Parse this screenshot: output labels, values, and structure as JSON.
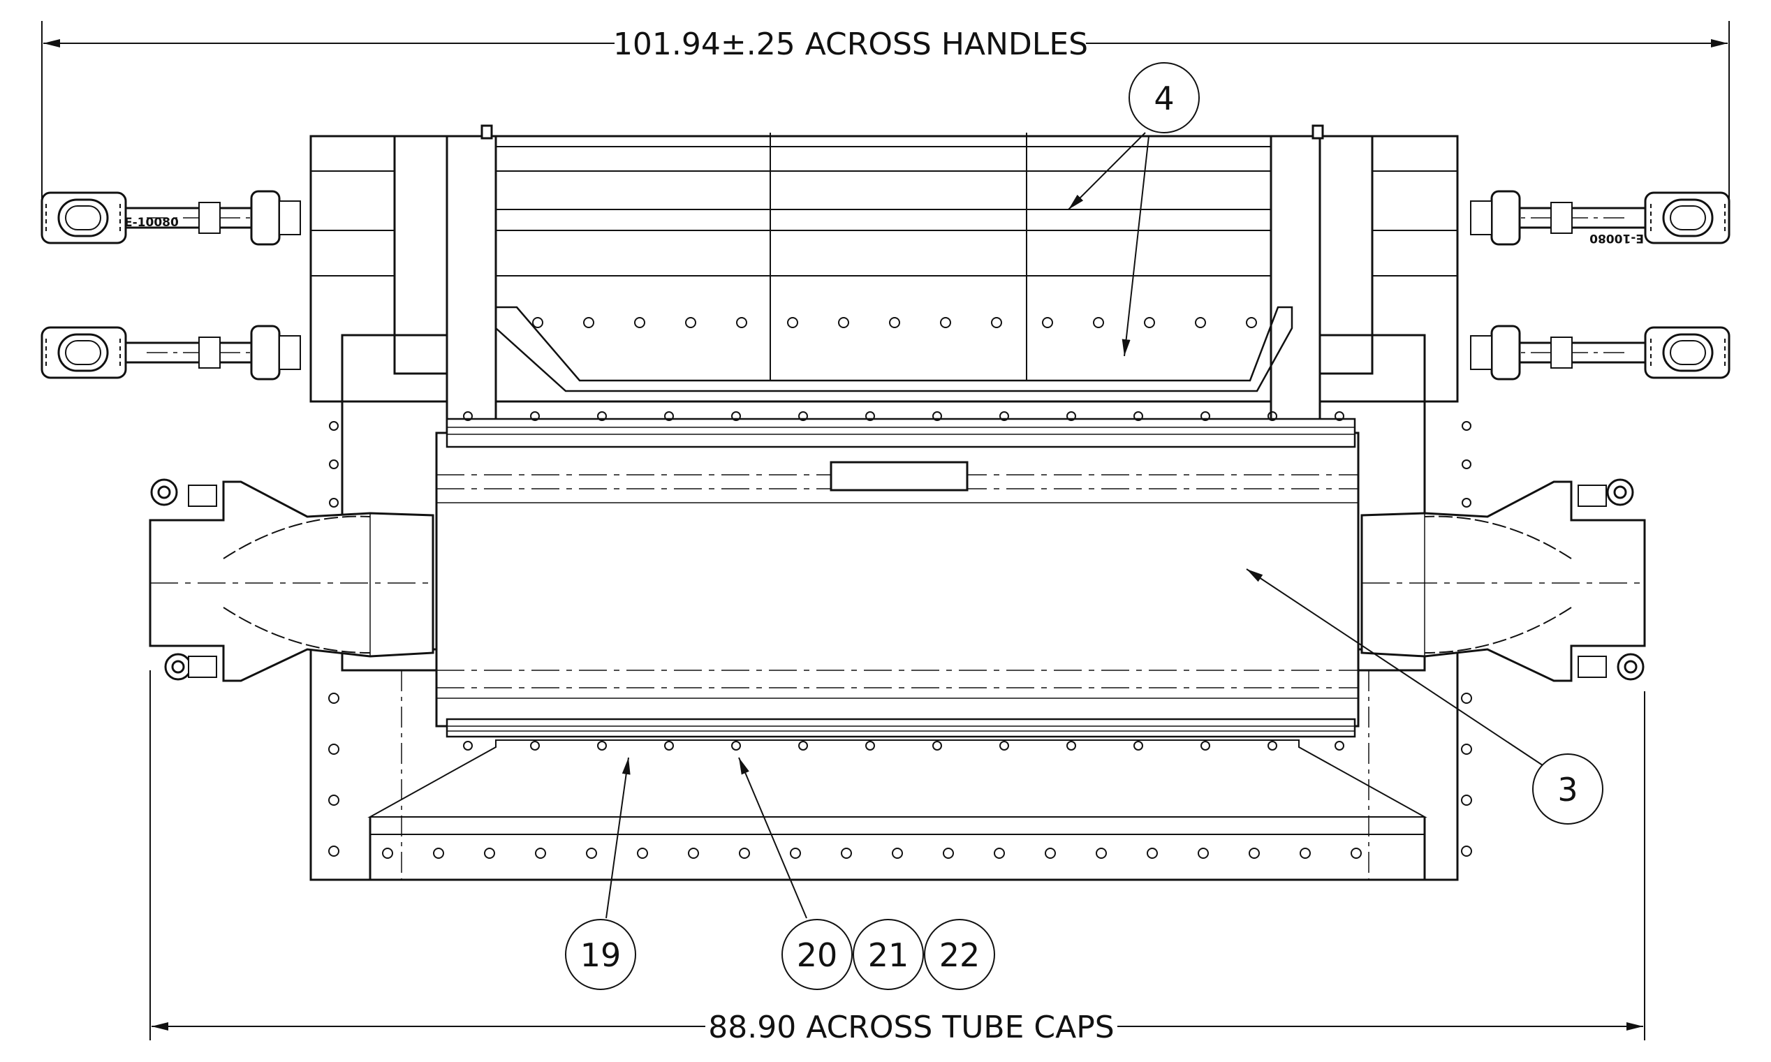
{
  "dimensions": {
    "top": "101.94±.25 ACROSS HANDLES",
    "bottom": "88.90 ACROSS TUBE CAPS"
  },
  "balloons": {
    "b4": "4",
    "b3": "3",
    "b19": "19",
    "b20": "20",
    "b21": "21",
    "b22": "22"
  },
  "part_stamps": {
    "left": "E-10080",
    "right": "E-10080"
  },
  "colors": {
    "line": "#111111",
    "background": "#ffffff"
  }
}
